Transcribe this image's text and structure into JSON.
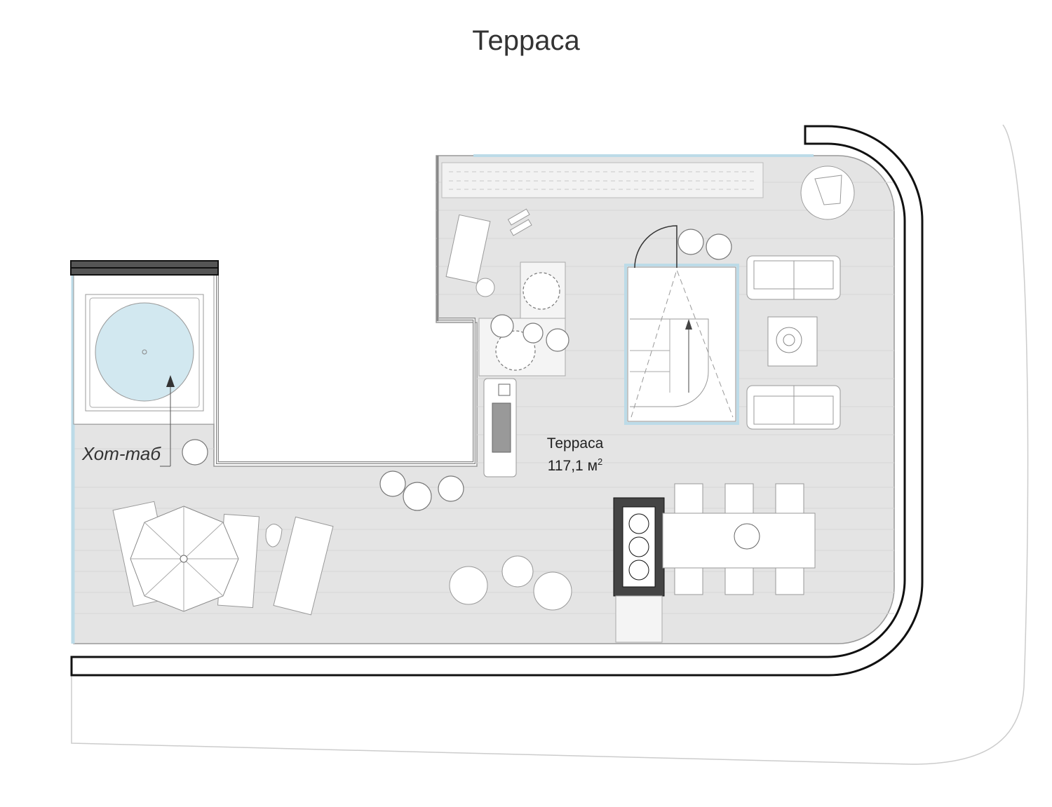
{
  "title": "Терраса",
  "room": {
    "name": "Терраса",
    "area": "117,1",
    "unit": "м",
    "unit_power": "2"
  },
  "hot_tub_label": "Хот-таб",
  "colors": {
    "floor": "#e4e4e4",
    "water": "#d2e8f0",
    "glass": "#bcdbe8",
    "rail": "#111111",
    "line": "#9a9a9a"
  }
}
